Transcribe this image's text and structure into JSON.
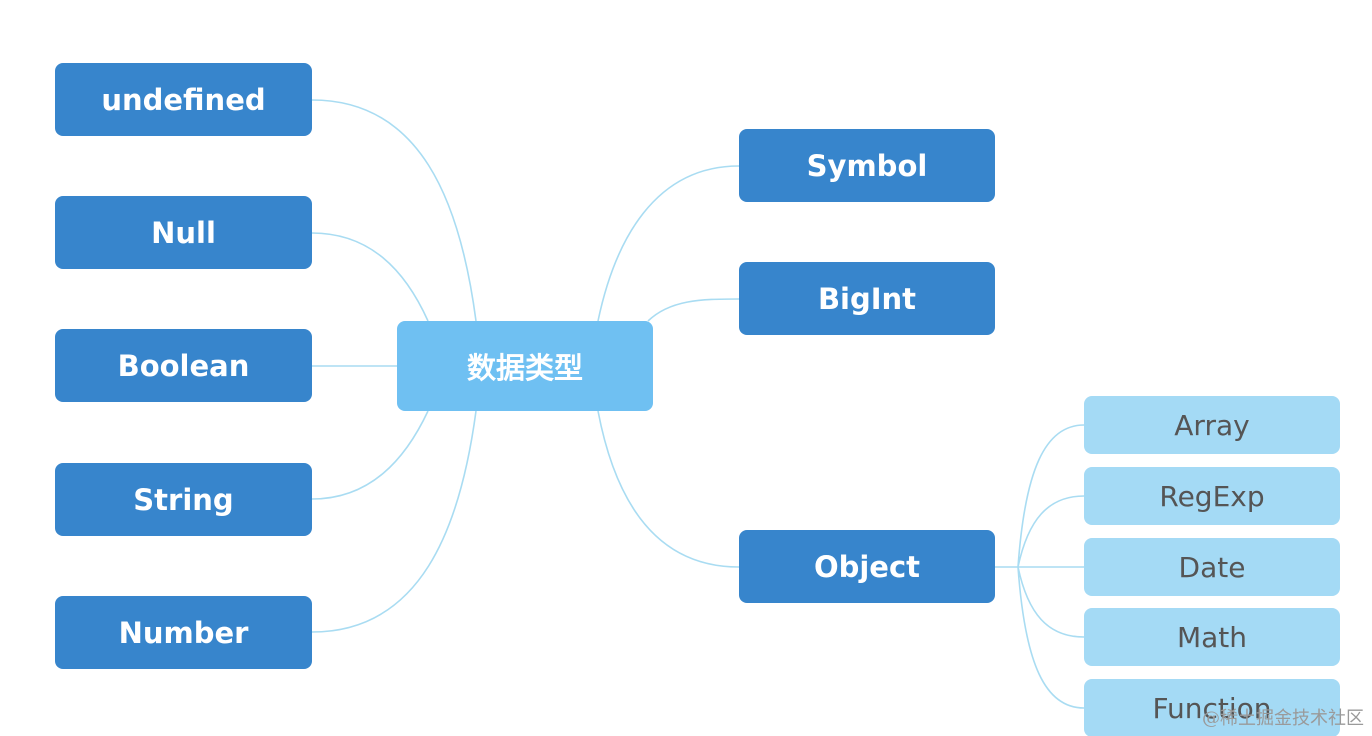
{
  "root": {
    "label": "数据类型"
  },
  "left_types": [
    {
      "label": "undefined"
    },
    {
      "label": "Null"
    },
    {
      "label": "Boolean"
    },
    {
      "label": "String"
    },
    {
      "label": "Number"
    }
  ],
  "right_types": [
    {
      "label": "Symbol"
    },
    {
      "label": "BigInt"
    },
    {
      "label": "Object"
    }
  ],
  "object_children": [
    {
      "label": "Array"
    },
    {
      "label": "RegExp"
    },
    {
      "label": "Date"
    },
    {
      "label": "Math"
    },
    {
      "label": "Function"
    }
  ],
  "watermark": "@稀土掘金技术社区",
  "colors": {
    "primary_node": "#3785cc",
    "root_node": "#6fc0f2",
    "leaf_node": "#a4daf5",
    "leaf_text": "#555555",
    "connector": "#a9dcf2"
  }
}
